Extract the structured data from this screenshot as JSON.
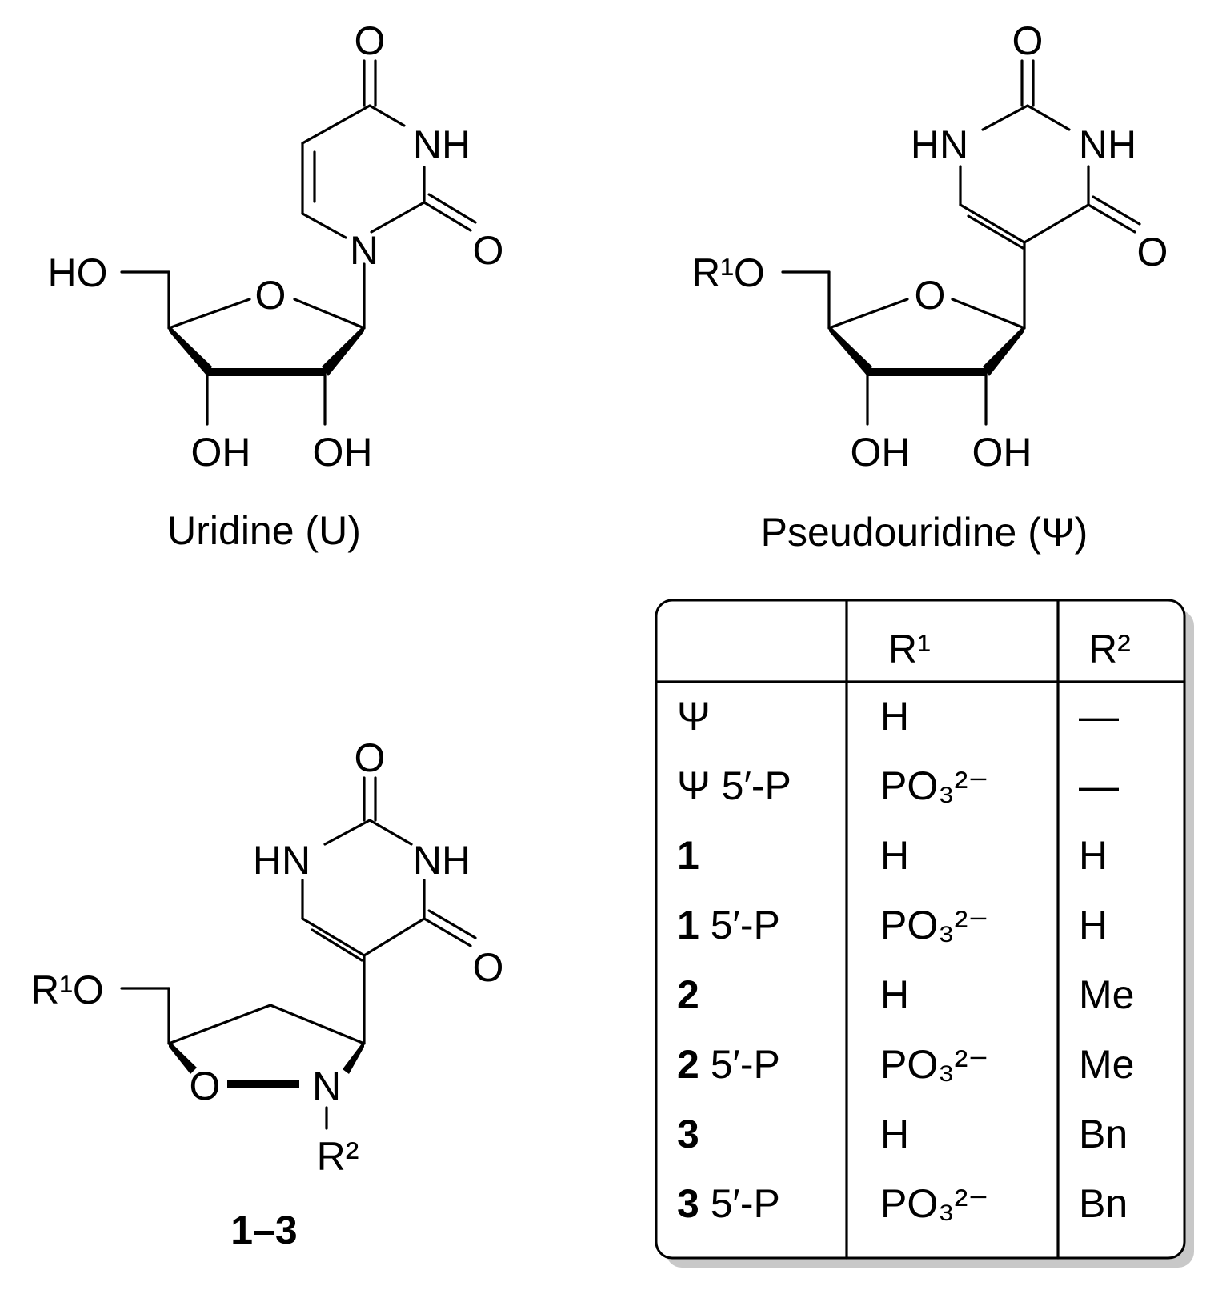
{
  "uridine": {
    "caption": "Uridine (U)",
    "atoms": {
      "o_top": "O",
      "nh": "NH",
      "o_right": "O",
      "n1": "N",
      "ho": "HO",
      "o_ring": "O",
      "oh_left": "OH",
      "oh_right": "OH"
    }
  },
  "pseudouridine": {
    "caption": "Pseudouridine (Ψ)",
    "atoms": {
      "o_top": "O",
      "hn": "HN",
      "nh": "NH",
      "o_right": "O",
      "r1o": "R¹O",
      "o_ring": "O",
      "oh_left": "OH",
      "oh_right": "OH"
    }
  },
  "compound_1_3": {
    "caption": "1–3",
    "atoms": {
      "o_top": "O",
      "hn": "HN",
      "nh": "NH",
      "o_right": "O",
      "r1o": "R¹O",
      "o_ring": "O",
      "n_ring": "N",
      "r2": "R²"
    }
  },
  "table": {
    "columns": [
      "",
      "R¹",
      "R²"
    ],
    "rows": [
      {
        "compound": "Ψ",
        "r1": "H",
        "r2": "—"
      },
      {
        "compound": "Ψ 5′-P",
        "r1": "PO₃²⁻",
        "r2": "—"
      },
      {
        "compound": "1",
        "r1": "H",
        "r2": "H"
      },
      {
        "compound": "1 5′-P",
        "r1": "PO₃²⁻",
        "r2": "H"
      },
      {
        "compound": "2",
        "r1": "H",
        "r2": "Me"
      },
      {
        "compound": "2 5′-P",
        "r1": "PO₃²⁻",
        "r2": "Me"
      },
      {
        "compound": "3",
        "r1": "H",
        "r2": "Bn"
      },
      {
        "compound": "3 5′-P",
        "r1": "PO₃²⁻",
        "r2": "Bn"
      }
    ]
  }
}
